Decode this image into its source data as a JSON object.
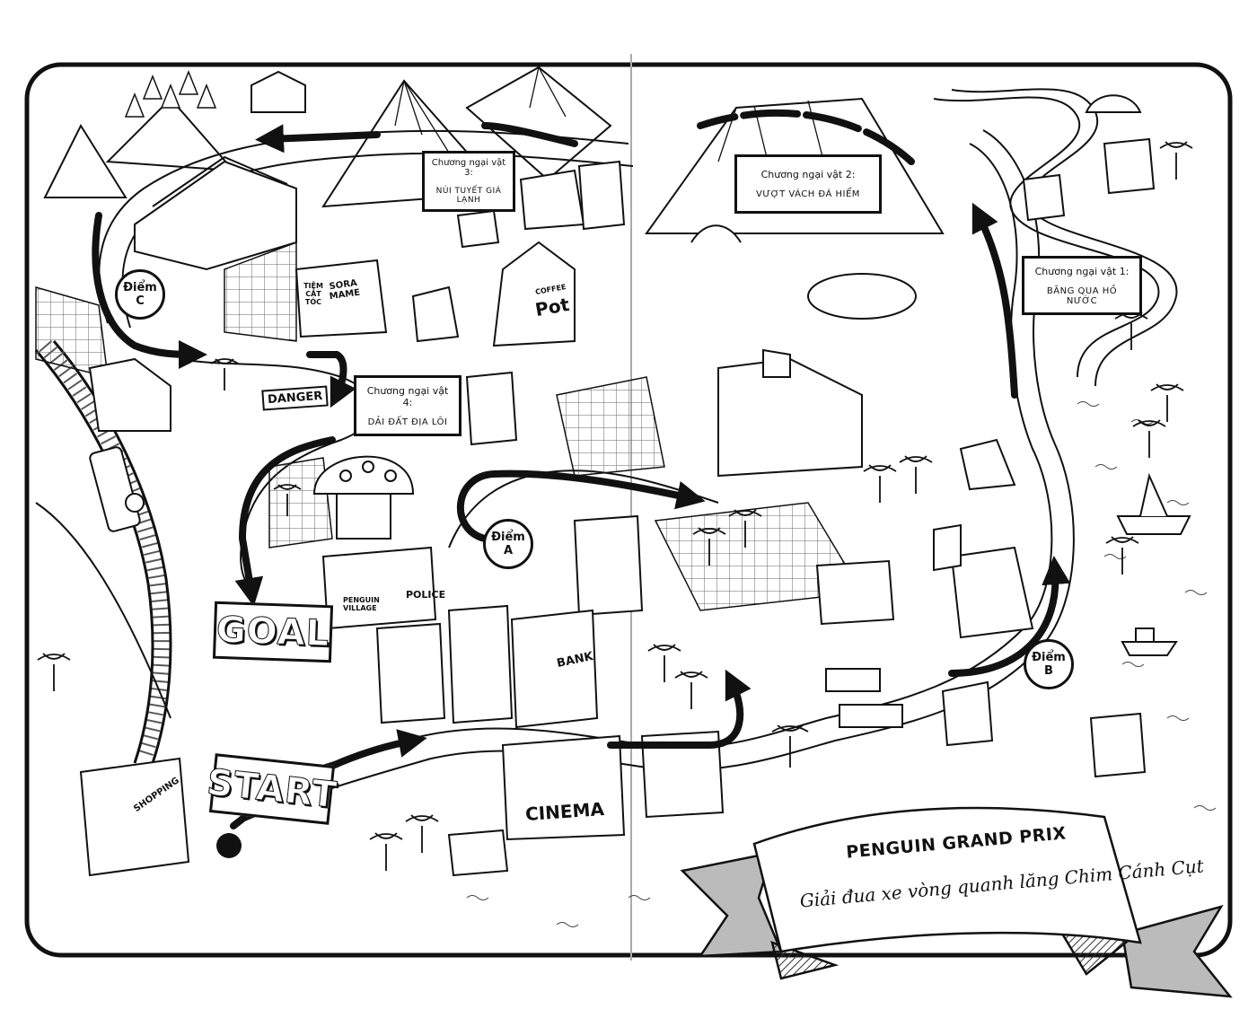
{
  "banner": {
    "title": "PENGUIN GRAND PRIX",
    "subtitle": "Giải đua xe vòng quanh lăng Chim Cánh Cụt"
  },
  "obstacles": [
    {
      "heading": "Chương ngại vật 1:",
      "text": "BĂNG QUA HỒ NƯỚC"
    },
    {
      "heading": "Chương ngại vật 2:",
      "text": "VƯỢT VÁCH ĐÁ HIỂM"
    },
    {
      "heading": "Chương ngại vật 3:",
      "text": "NÚI TUYẾT GIÁ LẠNH"
    },
    {
      "heading": "Chương ngại vật 4:",
      "text": "DẢI ĐẤT ĐỊA LÔI"
    }
  ],
  "checkpoints": [
    {
      "word": "Điểm",
      "letter": "A"
    },
    {
      "word": "Điểm",
      "letter": "B"
    },
    {
      "word": "Điểm",
      "letter": "C"
    }
  ],
  "route_signs": {
    "goal": "GOAL",
    "start": "START"
  },
  "building_labels": {
    "danger": "DANGER",
    "cinema": "CINEMA",
    "bank": "BANK",
    "shopping": "SHOPPING",
    "police": "POLICE",
    "penguin_village": "PENGUIN VILLAGE",
    "coffee": "COFFEE",
    "coffee_shop_name": "Pot",
    "barber": "TIỆM CẮT TÓC",
    "sora_mame": "SORA MAME"
  },
  "icons": [
    "mountain-icon",
    "palm-tree-icon",
    "pine-tree-icon",
    "house-icon",
    "train-icon",
    "boat-icon",
    "whale-icon",
    "mushroom-house-icon",
    "route-arrow-icon"
  ]
}
